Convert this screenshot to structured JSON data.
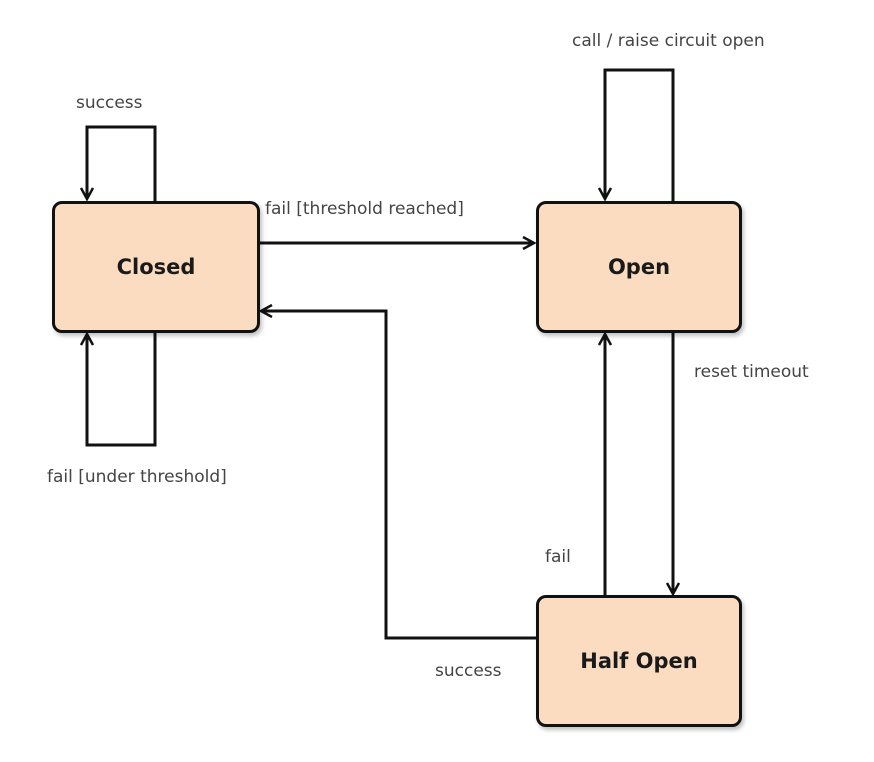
{
  "diagram": {
    "type": "state-machine",
    "states": {
      "closed": "Closed",
      "open": "Open",
      "half_open": "Half Open"
    },
    "transitions": [
      {
        "from": "Closed",
        "to": "Closed",
        "label": "success"
      },
      {
        "from": "Closed",
        "to": "Closed",
        "label": "fail [under threshold]"
      },
      {
        "from": "Closed",
        "to": "Open",
        "label": "fail [threshold reached]"
      },
      {
        "from": "Open",
        "to": "Open",
        "label": "call / raise circuit open"
      },
      {
        "from": "Open",
        "to": "Half Open",
        "label": "reset timeout"
      },
      {
        "from": "Half Open",
        "to": "Open",
        "label": "fail"
      },
      {
        "from": "Half Open",
        "to": "Closed",
        "label": "success"
      }
    ],
    "colors": {
      "state_fill": "#fbdcc0",
      "stroke": "#111111",
      "label_text": "#444444"
    }
  }
}
